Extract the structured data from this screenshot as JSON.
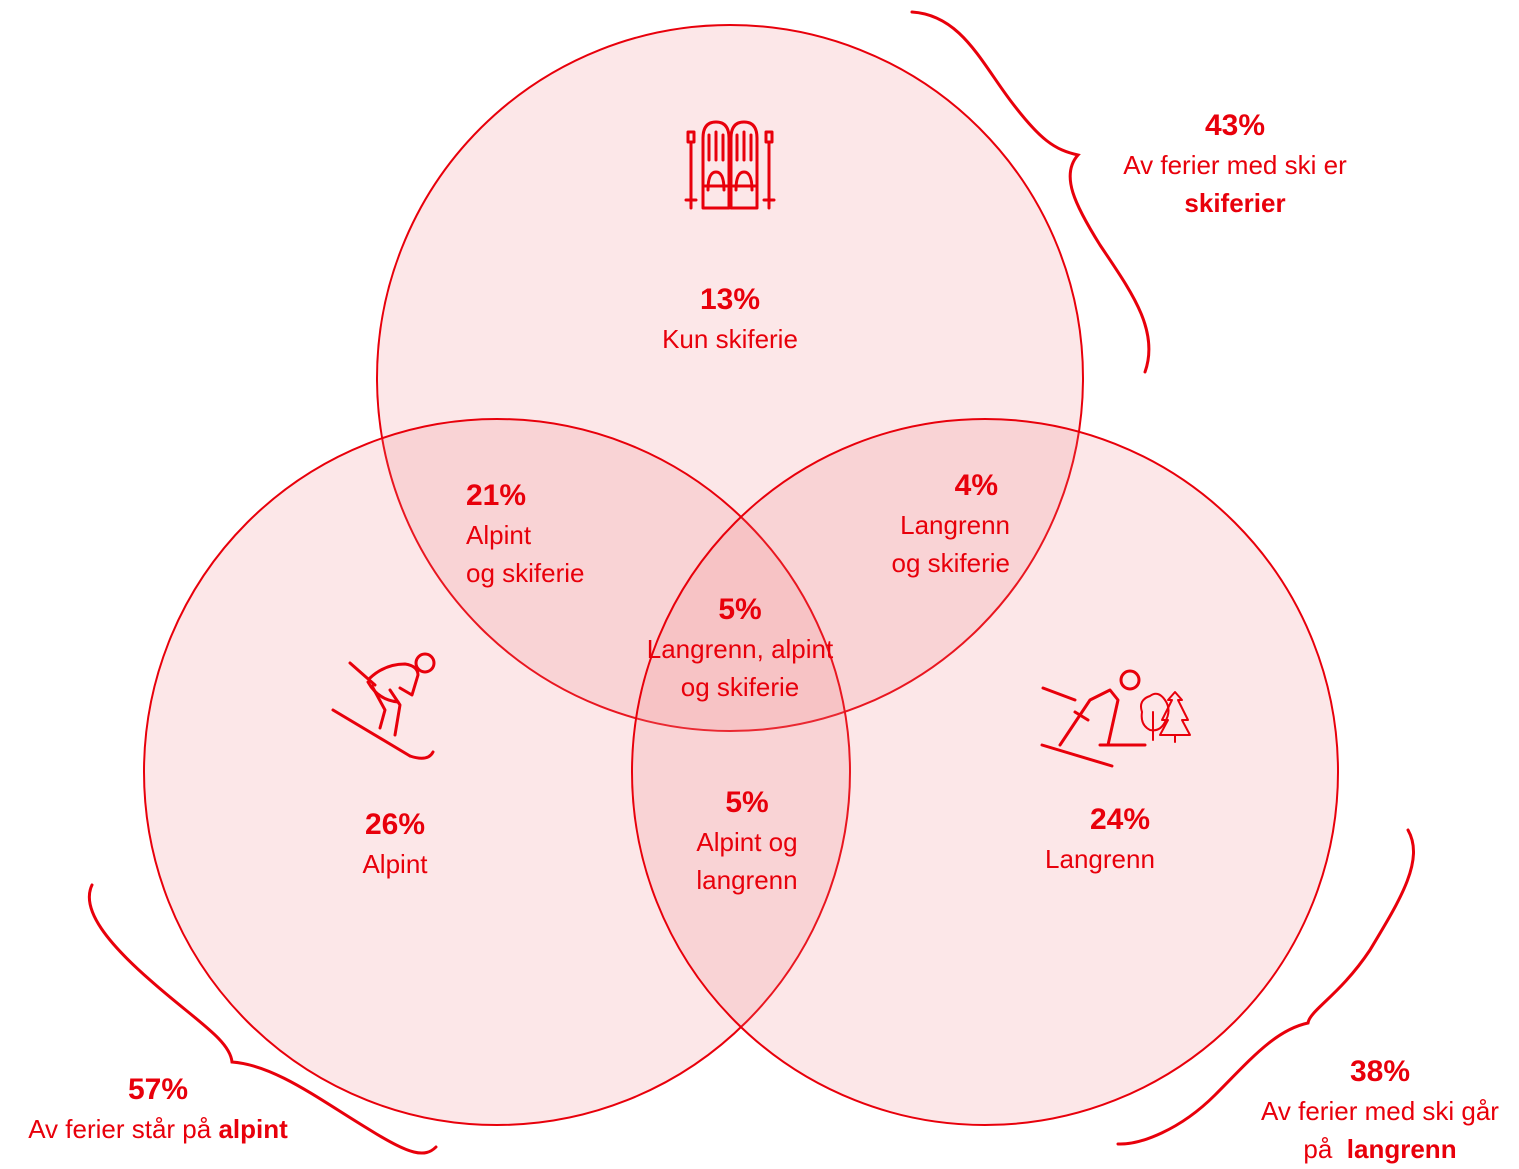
{
  "colors": {
    "accent": "#e8000b",
    "fill": "rgba(240,120,128,0.18)"
  },
  "sets": [
    {
      "id": "skiferie",
      "icon": "skis-and-poles-icon"
    },
    {
      "id": "alpint",
      "icon": "downhill-skier-icon"
    },
    {
      "id": "langrenn",
      "icon": "cross-country-skier-icon"
    }
  ],
  "regions": {
    "skiferie_only": {
      "pct": "13%",
      "label": "Kun skiferie"
    },
    "alpint_skiferie": {
      "pct": "21%",
      "line1": "Alpint",
      "line2": "og skiferie"
    },
    "langrenn_skiferie": {
      "pct": "4%",
      "line1": "Langrenn",
      "line2": "og skiferie"
    },
    "all_three": {
      "pct": "5%",
      "line1": "Langrenn, alpint",
      "line2": "og skiferie"
    },
    "alpint_only": {
      "pct": "26%",
      "label": "Alpint"
    },
    "alpint_langrenn": {
      "pct": "5%",
      "line1": "Alpint og",
      "line2": "langrenn"
    },
    "langrenn_only": {
      "pct": "24%",
      "label": "Langrenn"
    }
  },
  "totals": {
    "skiferie": {
      "pct": "43%",
      "line1": "Av ferier med ski er",
      "emph": "skiferier"
    },
    "alpint": {
      "pct": "57%",
      "prefix": "Av ferier står på ",
      "emph": "alpint"
    },
    "langrenn": {
      "pct": "38%",
      "line1": "Av ferier med ski går",
      "prefix2": "på  ",
      "emph": "langrenn"
    }
  }
}
